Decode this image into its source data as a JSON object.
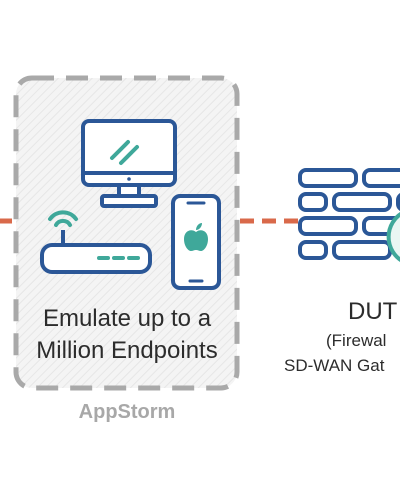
{
  "emulator": {
    "caption_line1": "Emulate up to a",
    "caption_line2": "Million Endpoints",
    "product_name": "AppStorm"
  },
  "dut": {
    "title": "DUT",
    "subtitle_line1": "(Firewal",
    "subtitle_line2": "SD-WAN Gat"
  },
  "colors": {
    "device_blue": "#2b5797",
    "accent_teal": "#3fa89a",
    "link_orange": "#d9694a",
    "box_border": "#a9a9a9",
    "box_fill": "#f3f3f3",
    "caption_gray": "#a8a8a8"
  },
  "icons": [
    "desktop-monitor-icon",
    "wifi-router-icon",
    "smartphone-icon",
    "apple-logo-icon",
    "firewall-brick-wall-icon"
  ]
}
